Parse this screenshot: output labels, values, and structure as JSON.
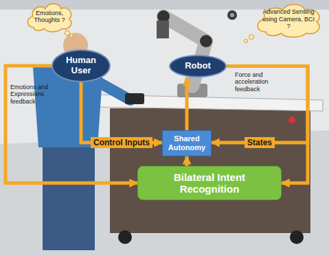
{
  "diagram": {
    "nodes": [
      {
        "text": [
          "Emotions, Thoughts ?"
        ]
      },
      {
        "text": [
          "Advanced Sensing using Camera, BCI ?"
        ]
      },
      {
        "text": [
          "Human User"
        ]
      },
      {
        "text": [
          "Robot"
        ]
      },
      {
        "text": [
          "Shared Autonomy"
        ]
      },
      {
        "text": [
          "Bilateral Intent Recognition"
        ]
      }
    ],
    "edges": [
      {
        "from": 2,
        "to": 4,
        "label": "Control Inputs",
        "arrow": "to"
      },
      {
        "from": 3,
        "to": 4,
        "label": "States",
        "arrow": "to"
      },
      {
        "from": 4,
        "to": 3,
        "arrow": "to"
      },
      {
        "from": 5,
        "to": 4,
        "arrow": "to"
      },
      {
        "from": 2,
        "to": 5,
        "arrow": "to"
      },
      {
        "from": 3,
        "to": 5,
        "arrow": "to"
      }
    ],
    "labels": [
      "Emotions and Expressions feedback",
      "Force and acceleration feedback"
    ]
  }
}
